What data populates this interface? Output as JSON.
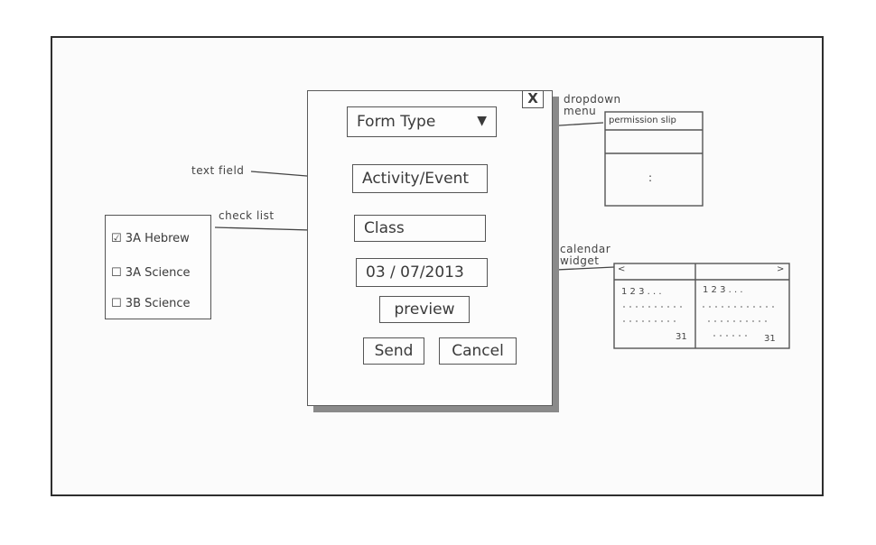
{
  "dialog": {
    "close_label": "X",
    "form_type": {
      "value": "Form Type",
      "arrow": "▼"
    },
    "activity_field": {
      "value": "Activity/Event"
    },
    "class_field": {
      "value": "Class"
    },
    "date_field": {
      "value": "03 / 07/2013"
    },
    "preview_button": "preview",
    "send_button": "Send",
    "cancel_button": "Cancel"
  },
  "annotations": {
    "text_field": "text field",
    "check_list": "check list",
    "dropdown_menu": "dropdown menu",
    "calendar_widget": "calendar widget"
  },
  "checklist": {
    "items": [
      {
        "label": "3A Hebrew",
        "checked": true
      },
      {
        "label": "3A Science",
        "checked": false
      },
      {
        "label": "3B Science",
        "checked": false
      }
    ]
  },
  "dropdown": {
    "selected": "permission slip",
    "ellipsis": ":"
  },
  "calendar": {
    "prev_arrow": "<",
    "next_arrow": ">",
    "left_first": "1  2  3 . . .",
    "right_first": "1  2  3 . . .",
    "left_last": "31",
    "right_last": "31"
  }
}
